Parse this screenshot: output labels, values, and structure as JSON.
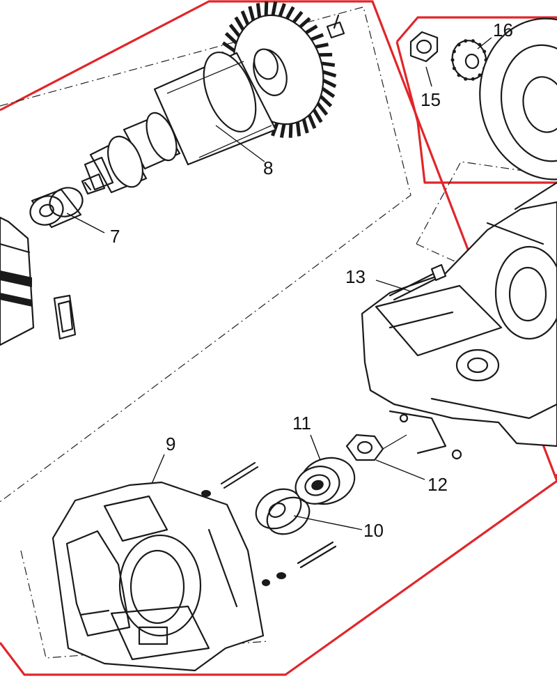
{
  "diagram": {
    "accent_color": "#e0262a",
    "ink_color": "#1a1a1a",
    "parts": [
      {
        "id": "7",
        "label": "7",
        "icon": "bearing-ring-icon"
      },
      {
        "id": "8",
        "label": "8",
        "icon": "armature-rotor-icon"
      },
      {
        "id": "9",
        "label": "9",
        "icon": "motor-housing-icon"
      },
      {
        "id": "10",
        "label": "10",
        "icon": "washer-ring-icon"
      },
      {
        "id": "11",
        "label": "11",
        "icon": "ball-bearing-icon"
      },
      {
        "id": "12",
        "label": "12",
        "icon": "hex-nut-icon"
      },
      {
        "id": "13",
        "label": "13",
        "icon": "long-screw-icon"
      },
      {
        "id": "15",
        "label": "15",
        "icon": "hex-nut-icon"
      },
      {
        "id": "16",
        "label": "16",
        "icon": "flange-washer-icon"
      }
    ]
  }
}
